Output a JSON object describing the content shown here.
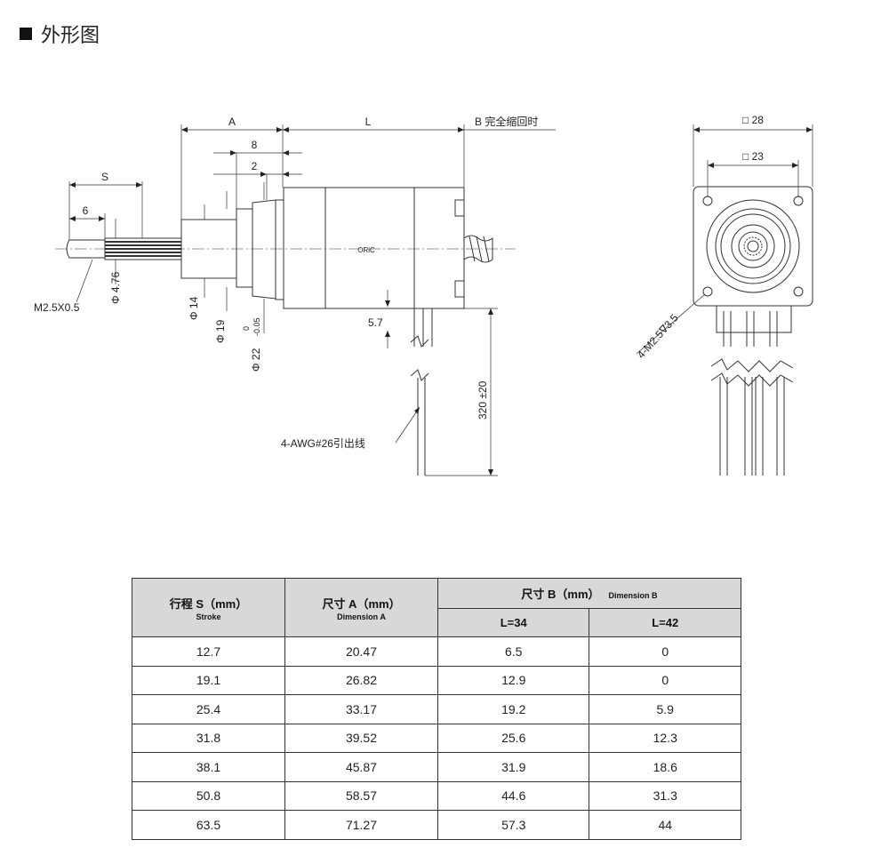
{
  "heading": "外形图",
  "drawing": {
    "dim_A": "A",
    "dim_L": "L",
    "dim_B": "B 完全缩回时",
    "dim_8": "8",
    "dim_2": "2",
    "dim_S": "S",
    "dim_6": "6",
    "thread": "M2.5X0.5",
    "d476": "Φ 4.76",
    "d14": "Φ 14",
    "d19": "Φ 19",
    "d22": "Φ 22",
    "tol_upper": "0",
    "tol_lower": "-0.05",
    "d57": "5.7",
    "lead_len": "320 ±20",
    "leads": "4-AWG#26引出线",
    "brand": "ORiC",
    "sq28": "□ 28",
    "sq23": "□ 23",
    "holes": "4-M2.5∇3.5"
  },
  "table": {
    "col1_cn": "行程 S（mm）",
    "col1_en": "Stroke",
    "col2_cn": "尺寸 A（mm）",
    "col2_en": "Dimension A",
    "col3_cn": "尺寸 B（mm）",
    "col3_en": "Dimension B",
    "sub1": "L=34",
    "sub2": "L=42",
    "rows": [
      [
        "12.7",
        "20.47",
        "6.5",
        "0"
      ],
      [
        "19.1",
        "26.82",
        "12.9",
        "0"
      ],
      [
        "25.4",
        "33.17",
        "19.2",
        "5.9"
      ],
      [
        "31.8",
        "39.52",
        "25.6",
        "12.3"
      ],
      [
        "38.1",
        "45.87",
        "31.9",
        "18.6"
      ],
      [
        "50.8",
        "58.57",
        "44.6",
        "31.3"
      ],
      [
        "63.5",
        "71.27",
        "57.3",
        "44"
      ]
    ]
  }
}
